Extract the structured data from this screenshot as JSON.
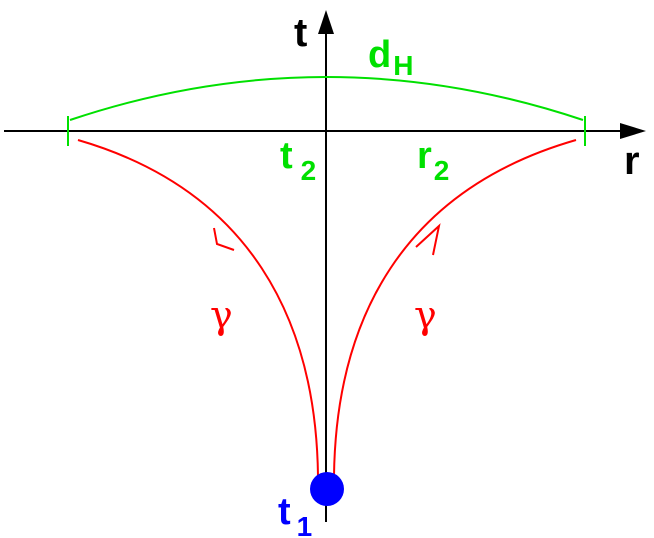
{
  "diagram": {
    "axis_t": "t",
    "axis_r": "r",
    "horizon_label": {
      "main": "d",
      "sub": "H"
    },
    "time_t2": {
      "main": "t",
      "sub": "2"
    },
    "radius_r2": {
      "main": "r",
      "sub": "2"
    },
    "curve_left_label": "γ",
    "curve_right_label": "γ",
    "origin_time": {
      "main": "t",
      "sub": "1"
    }
  },
  "colors": {
    "axis": "#000000",
    "horizon": "#00e000",
    "curve": "#ff0000",
    "point": "#0000ff",
    "green_text": "#00e000",
    "red_text": "#ff0000",
    "blue_text": "#0000ff"
  }
}
